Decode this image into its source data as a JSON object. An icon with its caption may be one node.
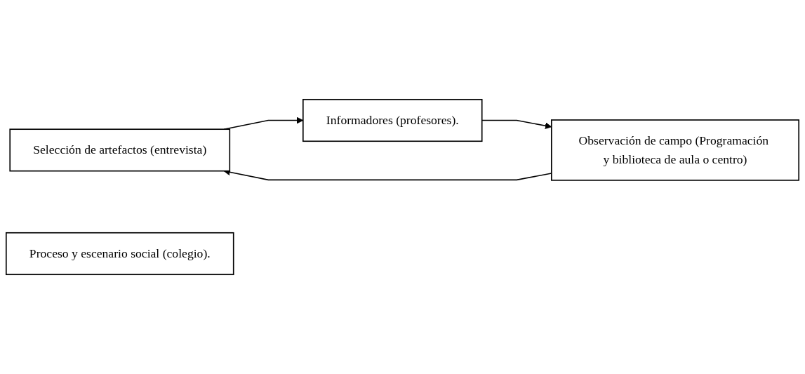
{
  "diagram": {
    "nodes": [
      {
        "text": [
          "Selección de artefactos (entrevista)"
        ]
      },
      {
        "text": [
          "Informadores (profesores)."
        ]
      },
      {
        "text": [
          "Proceso y escenario social (colegio)."
        ]
      },
      {
        "text": [
          "Observación de campo (Programación y biblioteca de aula o centro)"
        ]
      }
    ],
    "edges": [
      {
        "from": 0,
        "to": 1,
        "arrow": "to"
      },
      {
        "from": 1,
        "to": 3,
        "arrow": "to"
      },
      {
        "from": 3,
        "to": 0,
        "arrow": "to"
      }
    ]
  }
}
